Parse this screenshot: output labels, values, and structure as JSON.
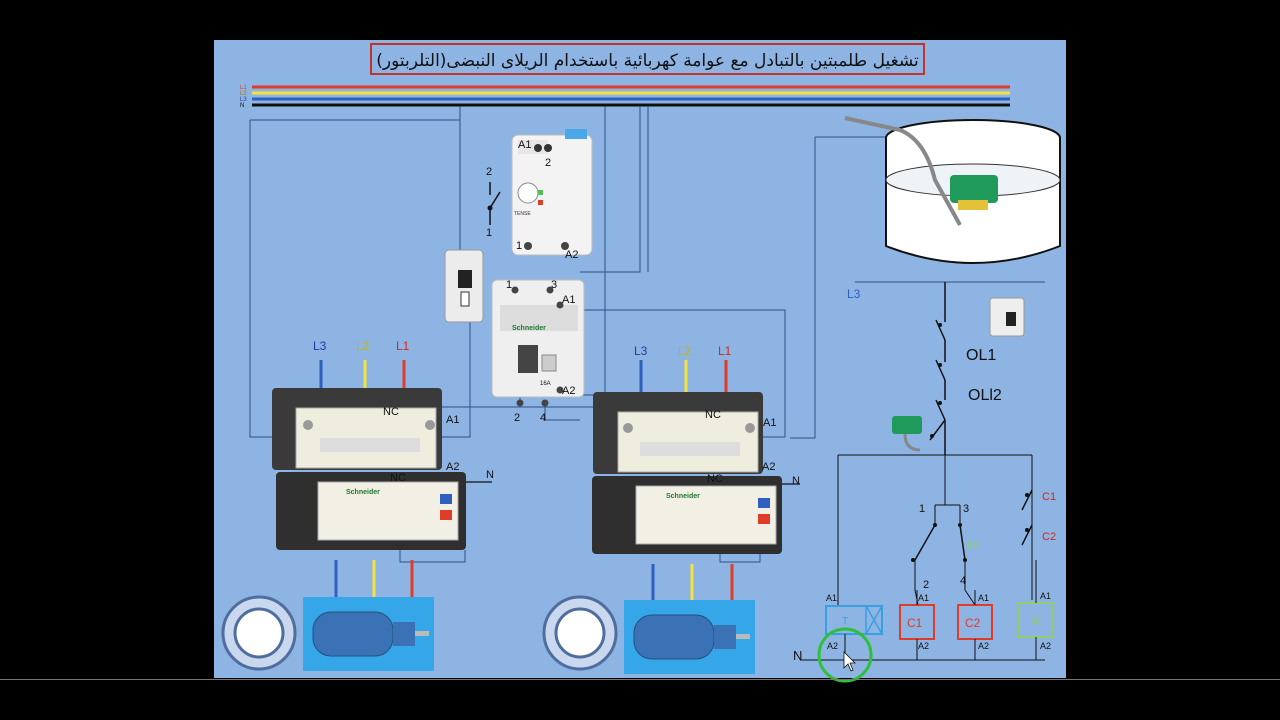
{
  "title": "تشغيل طلمبتين بالتبادل مع عوامة كهربائية باستخدام الريلاى النبضى(التلربتور)",
  "bus_labels": [
    "L1",
    "L2",
    "L3",
    "N"
  ],
  "colors": {
    "panel": "#8eb4e3",
    "L1": "#e03c2a",
    "L2": "#f5e23a",
    "L3": "#2f5fbf",
    "N": "#111111",
    "title_border": "#c0342b",
    "coil_red": "#e03c2a",
    "coil_blue": "#39a0e0",
    "coil_green": "#8fcf6a",
    "circle_green": "#2fbf3a"
  },
  "timer_relay": {
    "terminals": [
      "A1",
      "2",
      "A2"
    ],
    "contact": [
      "2",
      "1",
      "1"
    ]
  },
  "impulse_relay": {
    "terminals": [
      "1",
      "3",
      "A1",
      "A2",
      "2",
      "4"
    ]
  },
  "contactor_1": {
    "phases": [
      "L3",
      "L2",
      "L1"
    ],
    "labels": [
      "NC",
      "A1",
      "NC",
      "A2",
      "N"
    ]
  },
  "contactor_2": {
    "phases": [
      "L3",
      "L2",
      "L1"
    ],
    "labels": [
      "NC",
      "A1",
      "NC",
      "A2",
      "N"
    ]
  },
  "control_circuit": {
    "supply": "L3",
    "neutral": "N",
    "overloads": [
      "OL1",
      "OLl2"
    ],
    "impulse_contact": [
      "1",
      "3",
      "2",
      "4"
    ],
    "impulse_label": "IR",
    "aux_contact": [
      "C1",
      "C2"
    ],
    "coils": [
      {
        "name": "T",
        "top": "A1",
        "bottom": "A2"
      },
      {
        "name": "C1",
        "top": "A1",
        "bottom": "A2"
      },
      {
        "name": "C2",
        "top": "A1",
        "bottom": "A2"
      },
      {
        "name": "IR",
        "top": "A1",
        "bottom": "A2"
      }
    ],
    "coil_wire_numbers": [
      "2",
      "4"
    ]
  }
}
